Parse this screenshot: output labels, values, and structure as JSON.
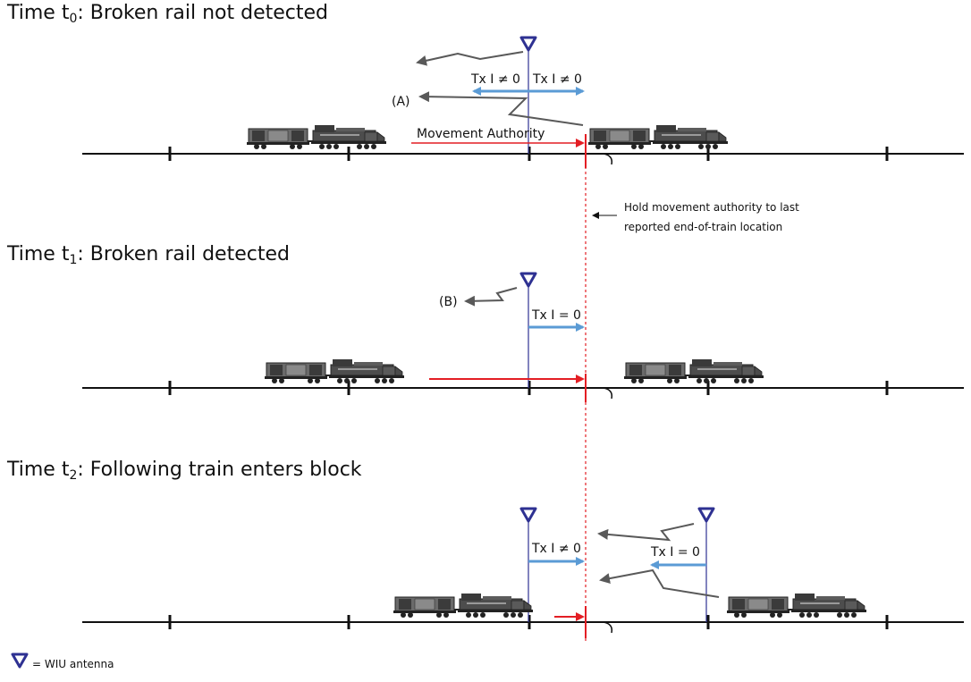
{
  "titles": {
    "t0": {
      "prefix": "Time t",
      "sub": "0",
      "text": ": Broken rail not detected"
    },
    "t1": {
      "prefix": "Time t",
      "sub": "1",
      "text": ": Broken rail detected"
    },
    "t2": {
      "prefix": "Time t",
      "sub": "2",
      "text": ": Following train enters block"
    }
  },
  "labels": {
    "tx_nonzero": "Tx I ≠ 0",
    "tx_zero": "Tx I = 0",
    "marker_a": "(A)",
    "marker_b": "(B)",
    "movement_authority": "Movement Authority",
    "hold_line1": "Hold movement authority to last",
    "hold_line2": "reported end-of-train location",
    "legend": "= WIU antenna"
  },
  "colors": {
    "track": "#111111",
    "antenna": "#2e3192",
    "tx_arrow": "#5b9bd5",
    "authority_arrow": "#e31e24",
    "signal_arrow": "#595959",
    "train": "#4d4d4d"
  }
}
